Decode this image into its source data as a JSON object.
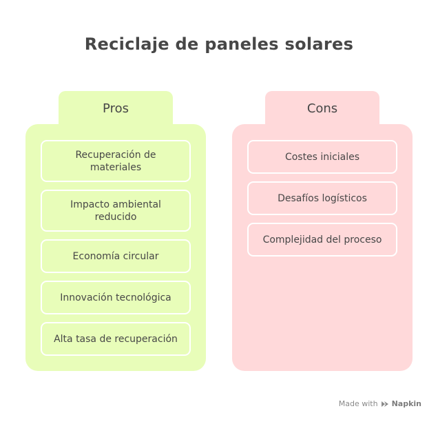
{
  "title": "Reciclaje de paneles solares",
  "pros": {
    "label": "Pros",
    "color": "#e8fdb9",
    "items": [
      "Recuperación de materiales",
      "Impacto ambiental reducido",
      "Economía circular",
      "Innovación tecnológica",
      "Alta tasa de recuperación"
    ]
  },
  "cons": {
    "label": "Cons",
    "color": "#ffd9da",
    "items": [
      "Costes iniciales",
      "Desafíos logísticos",
      "Complejidad del proceso"
    ]
  },
  "footer": {
    "made_with": "Made with",
    "brand": "Napkin",
    "icon": "napkin-logo-icon"
  }
}
